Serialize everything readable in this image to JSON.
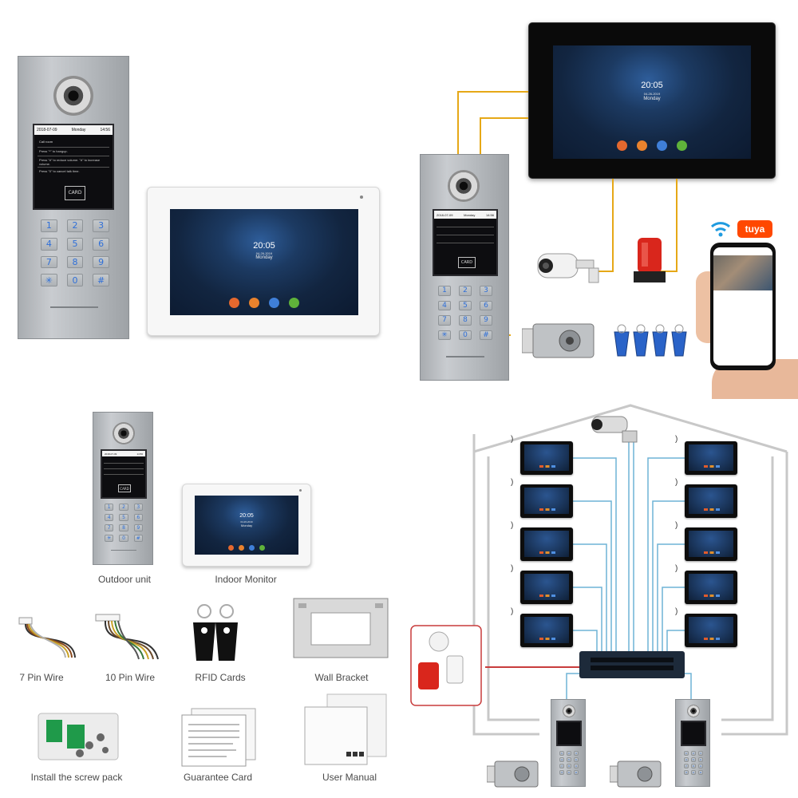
{
  "screens": {
    "time": "20:05",
    "date": "04-26-2019",
    "day": "Monday"
  },
  "outdoor_lcd": {
    "date": "2018-07-09",
    "day": "Monday",
    "time": "14:56",
    "card_label": "CARD",
    "line1": "Call room",
    "line2": "Press \"*\" to hangup.",
    "line3": "Press \"#\" to reduce volume. \"#\" to increase volume.",
    "line4": "Press \"0\" to cancel talk time."
  },
  "keypad": [
    "1",
    "2",
    "3",
    "4",
    "5",
    "6",
    "7",
    "8",
    "9",
    "✳",
    "0",
    "#"
  ],
  "brand": {
    "tuya_label": "tuya"
  },
  "captions": {
    "outdoor_unit": "Outdoor unit",
    "indoor_monitor": "Indoor Monitor",
    "pin7_wire": "7 Pin Wire",
    "pin10_wire": "10 Pin Wire",
    "rfid_cards": "RFID Cards",
    "wall_bracket": "Wall Bracket",
    "screw_pack": "Install the screw pack",
    "guarantee_card": "Guarantee Card",
    "user_manual": "User Manual"
  },
  "colors": {
    "wire_orange": "#e6a817",
    "wire_blue": "#6fb4d6",
    "wire_red": "#c83c3c",
    "house_line": "#c8c8c8",
    "tag_blue": "#2a63c8"
  }
}
